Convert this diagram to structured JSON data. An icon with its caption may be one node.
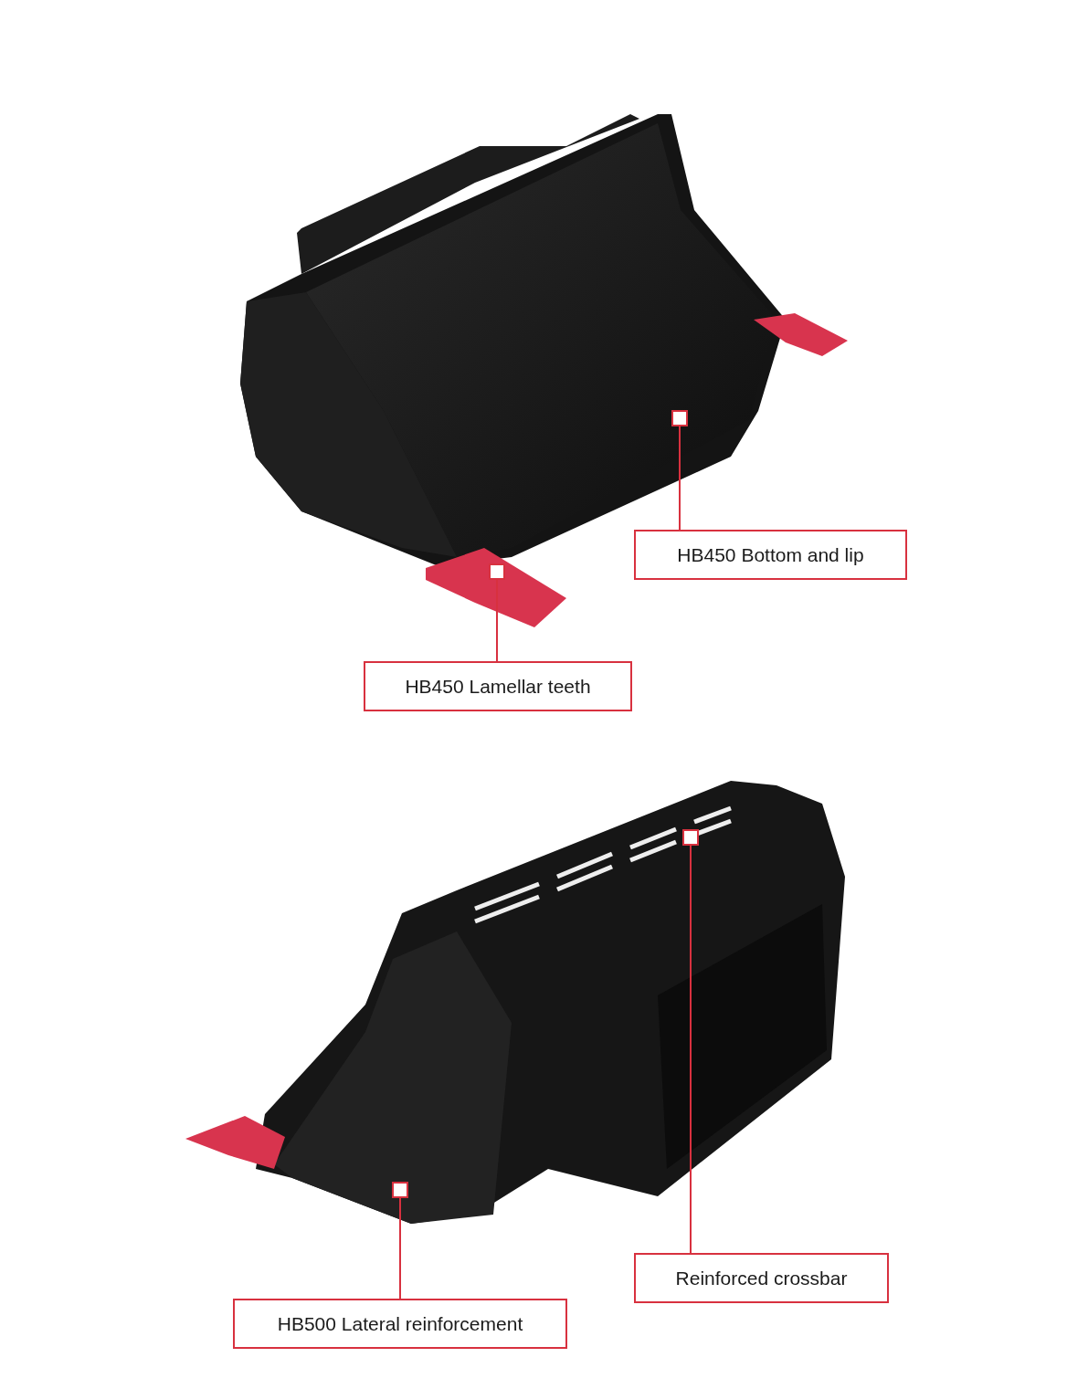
{
  "diagram": {
    "nodes": [
      {
        "text": [],
        "shape": "box"
      },
      {
        "text": [],
        "shape": "box"
      },
      {
        "text": [
          "HB450 Bottom and lip"
        ]
      },
      {
        "text": [
          "HB450 Lamellar teeth"
        ]
      },
      {
        "text": [],
        "shape": "box"
      },
      {
        "text": [],
        "shape": "box"
      },
      {
        "text": [
          "Reinforced crossbar"
        ]
      },
      {
        "text": [
          "HB500 Lateral reinforcement"
        ]
      }
    ],
    "edges": [
      {
        "from": 2,
        "to": 0,
        "arrow": "none"
      },
      {
        "from": 3,
        "to": 1,
        "arrow": "none"
      },
      {
        "from": 6,
        "to": 4,
        "arrow": "none"
      },
      {
        "from": 7,
        "to": 5,
        "arrow": "none"
      }
    ]
  }
}
